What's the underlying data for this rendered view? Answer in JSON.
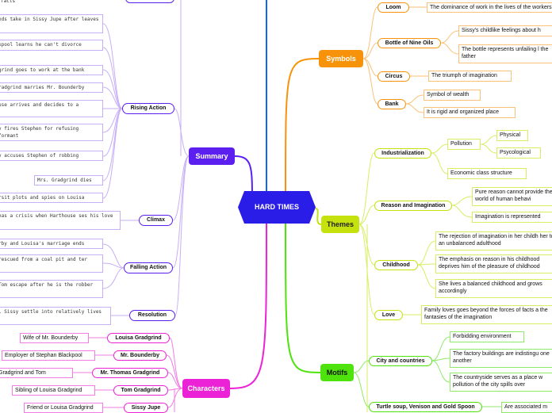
{
  "root": "HARD TIMES",
  "summary": {
    "label": "Summary",
    "top_leaf": "facts",
    "rising_action": {
      "label": "Rising Action",
      "items": [
        "nds take in Sissy Jupe after leaves",
        "kpool learns he can't divorce",
        "grind goes to work at the bank",
        "radgrind marries Mr. Bounderby",
        "use arrives and decides to a",
        "y fires Stephen for refusing formant",
        "y accuses Stephen of robbing",
        "Mrs. Gradgrind dies",
        "rsit plots and spies on Louisa"
      ]
    },
    "climax": {
      "label": "Climax",
      "items": [
        "has a crisis when Harthouse ses his love"
      ]
    },
    "falling_action": {
      "label": "Falling Action",
      "items": [
        "rby and Louisa's marriage ends",
        "rescued from a coal pit and ter",
        "Tom escape after he is the robber"
      ]
    },
    "resolution": {
      "label": "Resolution",
      "items": [
        "l Sissy settle into relatively lives"
      ]
    }
  },
  "characters": {
    "label": "Characters",
    "items": [
      {
        "name": "Louisa Gradgrind",
        "desc": "Wife of Mr. Bounderby"
      },
      {
        "name": "Mr. Bounderby",
        "desc": "Employer of Stephan Blackpool"
      },
      {
        "name": "Mr. Thomas Gradgrind",
        "desc": "Gradgrind and Tom Gradgrind"
      },
      {
        "name": "Tom Gradgrind",
        "desc": "Sibling of Louisa Gradgrind"
      },
      {
        "name": "Sissy Jupe",
        "desc": "Friend or Louisa Gradgrind"
      }
    ]
  },
  "symbols": {
    "label": "Symbols",
    "items": [
      {
        "name": "Loom",
        "children": [
          "The dominance of work in the lives of the workers"
        ]
      },
      {
        "name": "Bottle of Nine Oils",
        "children": [
          "Sissy's childlike feelings about h",
          "The bottle represents unfailing l the father"
        ]
      },
      {
        "name": "Circus",
        "children": [
          "The triumph of imagination"
        ]
      },
      {
        "name": "Bank",
        "children": [
          "Symbol of wealth",
          "It is rigid and organized place"
        ]
      }
    ]
  },
  "themes": {
    "label": "Themes",
    "industrialization": {
      "name": "Industrialization",
      "pollution": "Pollution",
      "pollution_kinds": [
        "Physical",
        "Psycological"
      ],
      "other": "Economic class structure"
    },
    "reason": {
      "name": "Reason and Imagination",
      "children": [
        "Pure reason cannot provide the world of human behavi",
        "Imagination is represented"
      ]
    },
    "childhood": {
      "name": "Childhood",
      "children": [
        "The rejection of imagination in her childh her to an unbalanced adulthood",
        "The emphasis on reason in his childhood deprives him of the pleasure of childhood",
        "She lives a balanced childhood and grows accordingly"
      ]
    },
    "love": {
      "name": "Love",
      "children": [
        "Family loves goes beyond the forces of facts a the fantasies of the imagination"
      ]
    }
  },
  "motifs": {
    "label": "Motifs",
    "city": {
      "name": "City and countries",
      "children": [
        "Forbidding environment",
        "The factory buildings are indistingu one another",
        "The countryside serves as a place w pollution of the city spills over"
      ]
    },
    "turtle": {
      "name": "Turtle soup, Venison and Gold Spoon",
      "children": [
        "Are associated m"
      ]
    }
  },
  "colors": {
    "summary": "#5b1ff0",
    "characters": "#ec22d6",
    "symbols": "#f7930a",
    "themes": "#c5e20f",
    "motifs": "#4fe30e",
    "root": "#2b1de8",
    "summary_line": "#c7aef7",
    "characters_line": "#f17ce4",
    "symbols_line": "#f9c27a",
    "themes_line": "#d7ee63",
    "motifs_line": "#8fea6a"
  }
}
